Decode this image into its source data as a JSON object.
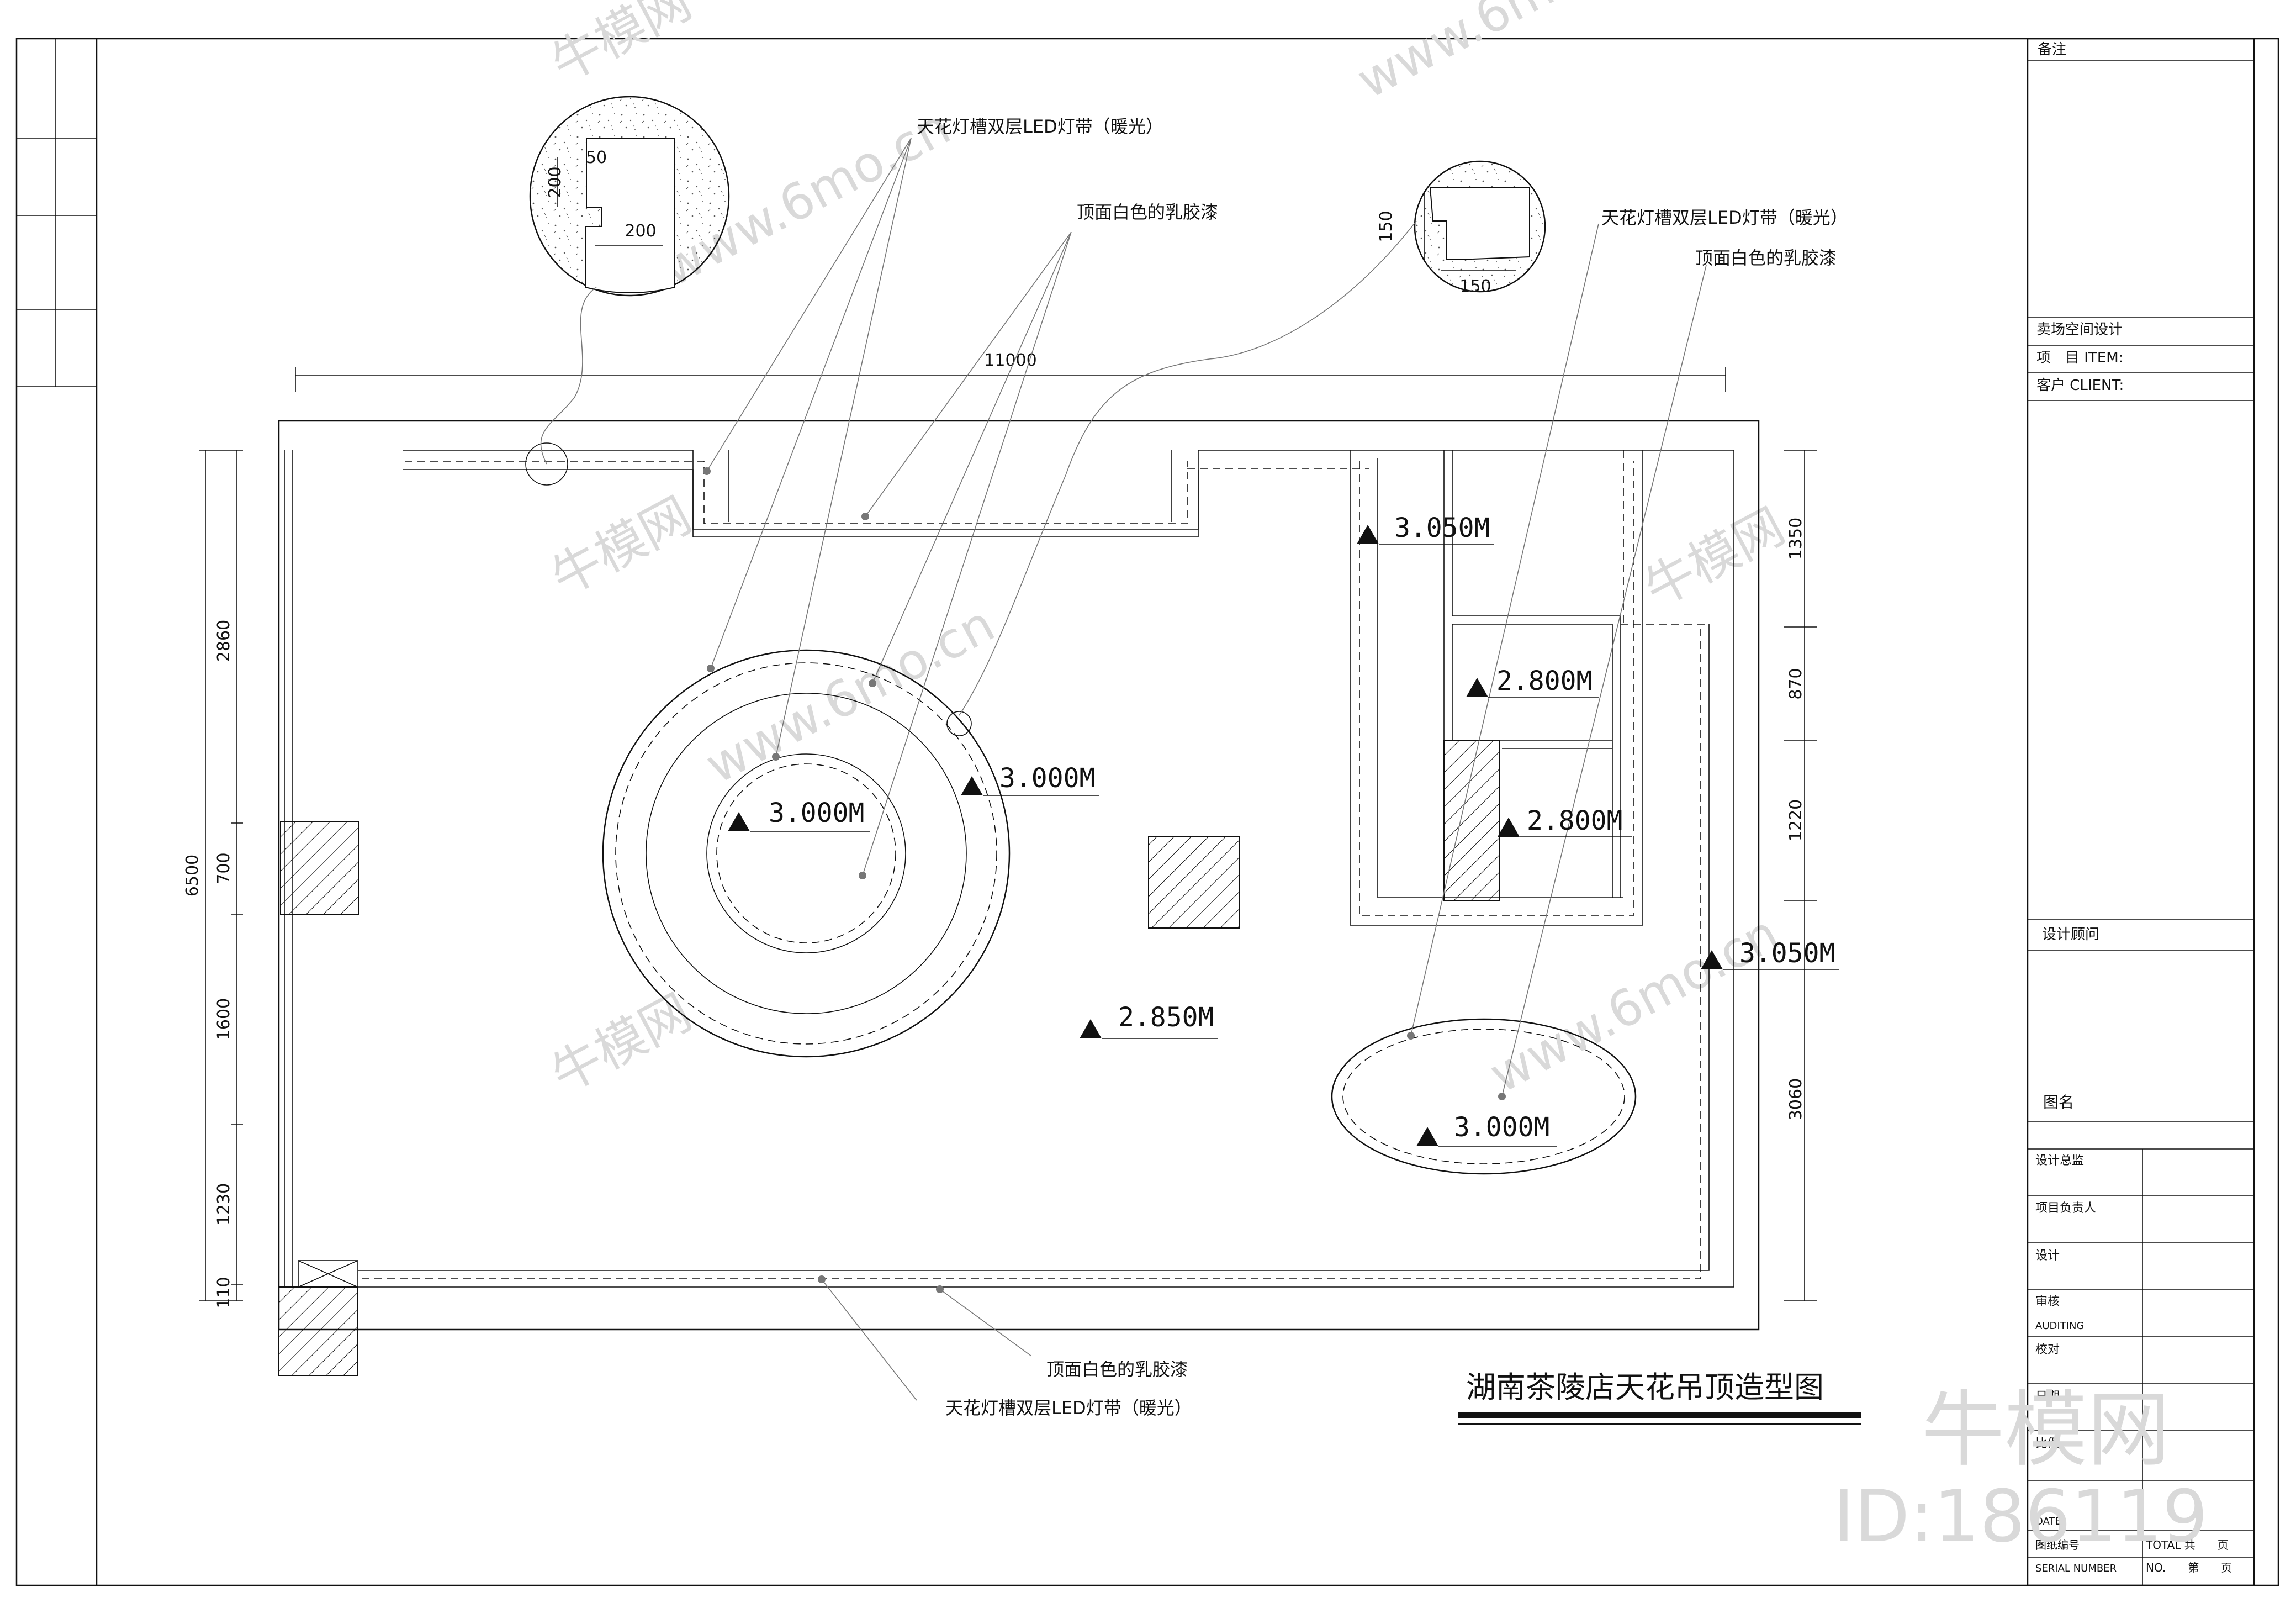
{
  "drawing_title": "湖南茶陵店天花吊顶造型图",
  "labels": {
    "led_strip": "天花灯槽双层LED灯带（暖光）",
    "white_paint": "顶面白色的乳胶漆"
  },
  "elevations": {
    "e1": "3.050M",
    "e2": "2.800M",
    "e3": "2.800M",
    "e4": "3.000M",
    "e5": "3.000M",
    "e6": "3.050M",
    "e7": "2.850M",
    "e8": "3.000M"
  },
  "dimensions": {
    "overall_width": "11000",
    "overall_height": "6500",
    "left_1": "2860",
    "left_2": "700",
    "left_3": "1600",
    "left_4": "1230",
    "left_5": "110",
    "right_1": "1350",
    "right_2": "870",
    "right_3": "1220",
    "right_4": "3060",
    "detail1_h": "200",
    "detail1_in": "50",
    "detail1_w": "200",
    "detail2_h": "150",
    "detail2_w": "150"
  },
  "title_block": {
    "remarks": "备注",
    "company": "卖场空间设计",
    "item": "项　目 ITEM:",
    "client": "客户 CLIENT:",
    "consultant": "设计顾问",
    "drawing_name": "图名",
    "design_director": "设计总监",
    "project_lead": "项目负责人",
    "designer": "设计",
    "review": "审核",
    "auditing": "AUDITING",
    "check": "校对",
    "date_cn": "日期",
    "date_en": "DATE",
    "ratio": "比例",
    "drawing_no": "图纸编号",
    "total_pages": "TOTAL 共　　页",
    "serial_number": "SERIAL NUMBER",
    "page_no": "NO.　　第　　页"
  },
  "watermark": {
    "brand": "牛模网",
    "site": "www.6mo.cn",
    "id": "ID:186119"
  }
}
